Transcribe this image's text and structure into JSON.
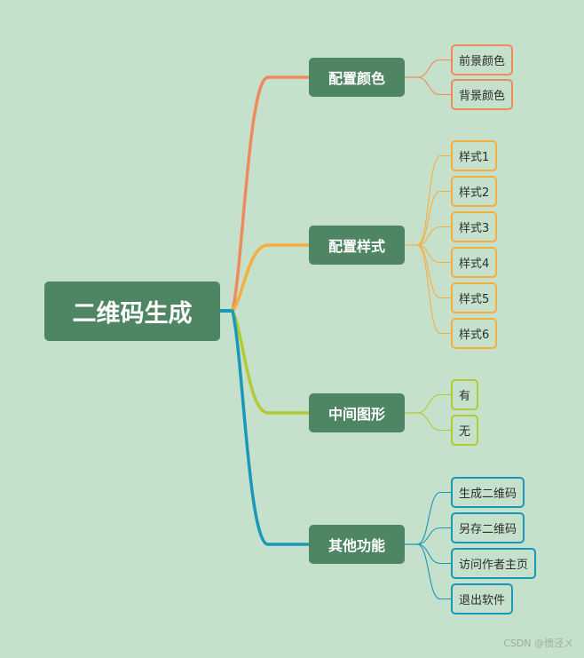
{
  "root": {
    "label": "二维码生成"
  },
  "branches": [
    {
      "label": "配置颜色",
      "color": "#f08a5d",
      "children": [
        "前景颜色",
        "背景颜色"
      ]
    },
    {
      "label": "配置样式",
      "color": "#f6ae3f",
      "children": [
        "样式1",
        "样式2",
        "样式3",
        "样式4",
        "样式5",
        "样式6"
      ]
    },
    {
      "label": "中间图形",
      "color": "#b5c935",
      "children": [
        "有",
        "无"
      ]
    },
    {
      "label": "其他功能",
      "color": "#1a98b8",
      "children": [
        "生成二维码",
        "另存二维码",
        "访问作者主页",
        "退出软件"
      ]
    }
  ],
  "watermark": "CSDN @惯泾ㄨ"
}
